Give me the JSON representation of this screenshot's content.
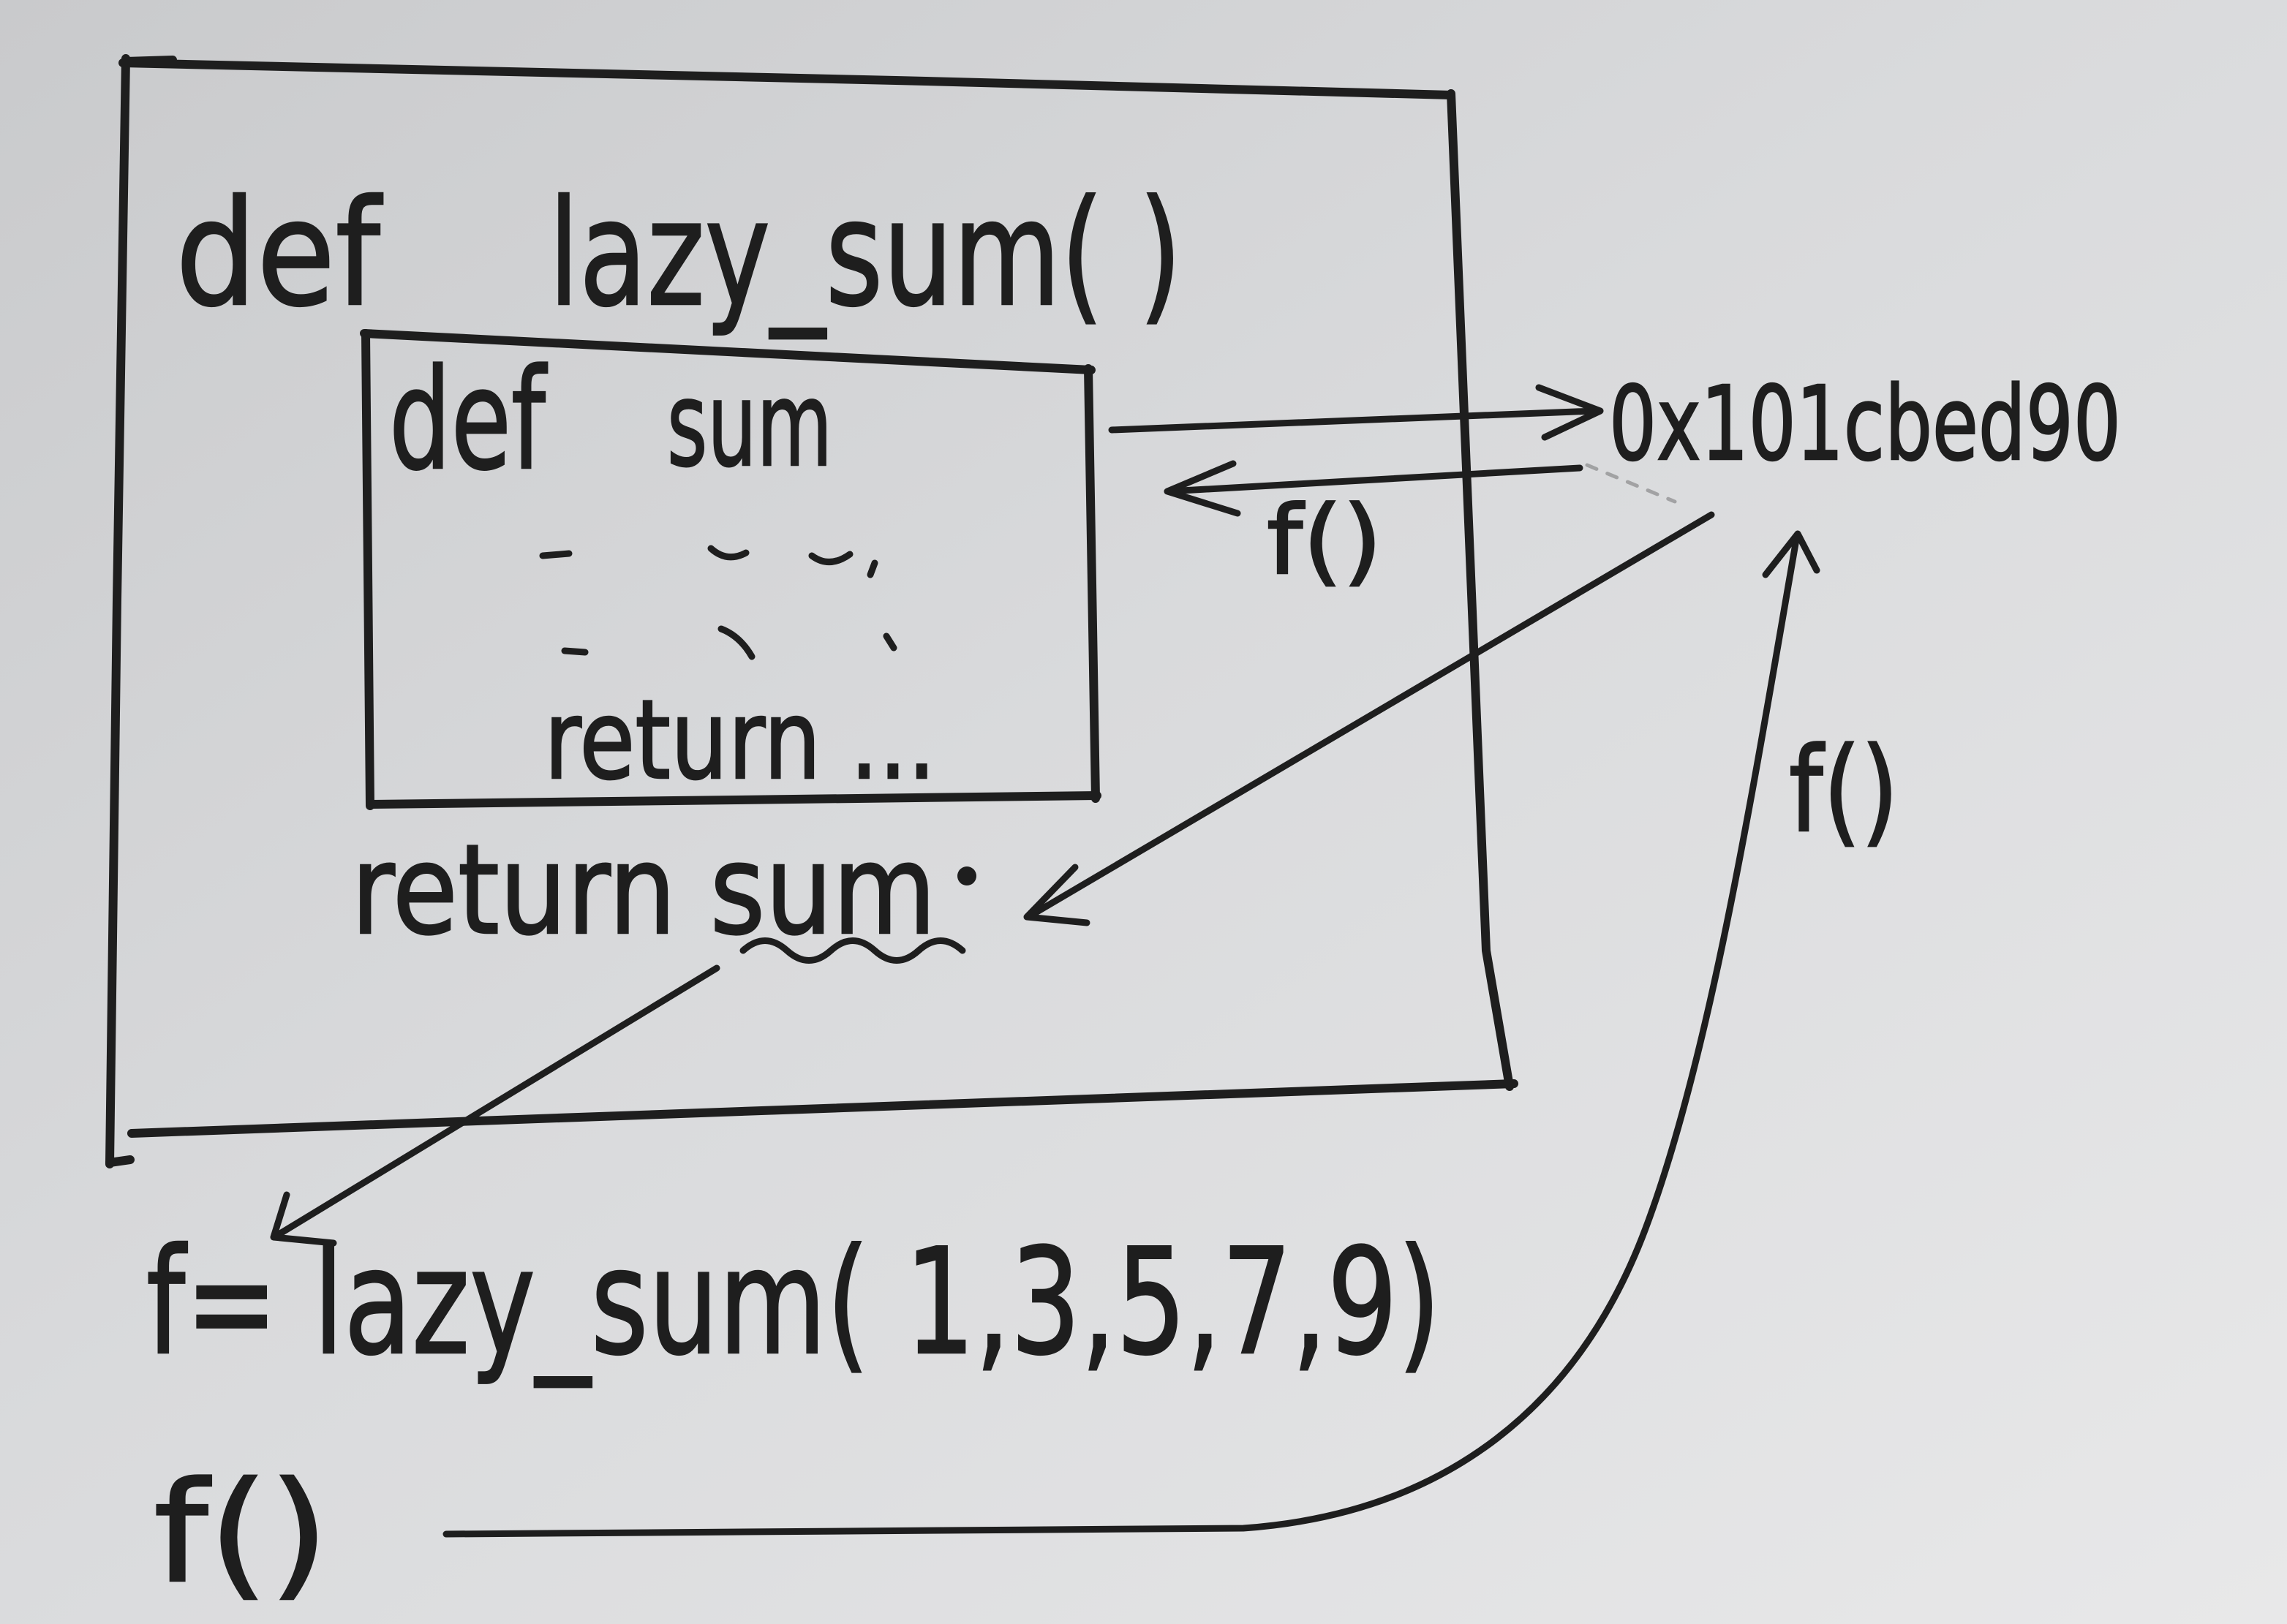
{
  "diagram": {
    "outer_function": {
      "keyword": "def",
      "name": "lazy_sum( )"
    },
    "inner_function": {
      "keyword": "def",
      "name": "sum",
      "return_line": "return ..."
    },
    "outer_return": "return sum",
    "memory_address": "0x101cbed90",
    "arrow_labels": {
      "upper_call": "f()",
      "right_call": "f()"
    },
    "assignment": "f= lazy_sum( 1,3,5,7,9)",
    "call": "f()"
  },
  "colors": {
    "ink": "#1e1e1e",
    "paper": "#dcdddf"
  }
}
